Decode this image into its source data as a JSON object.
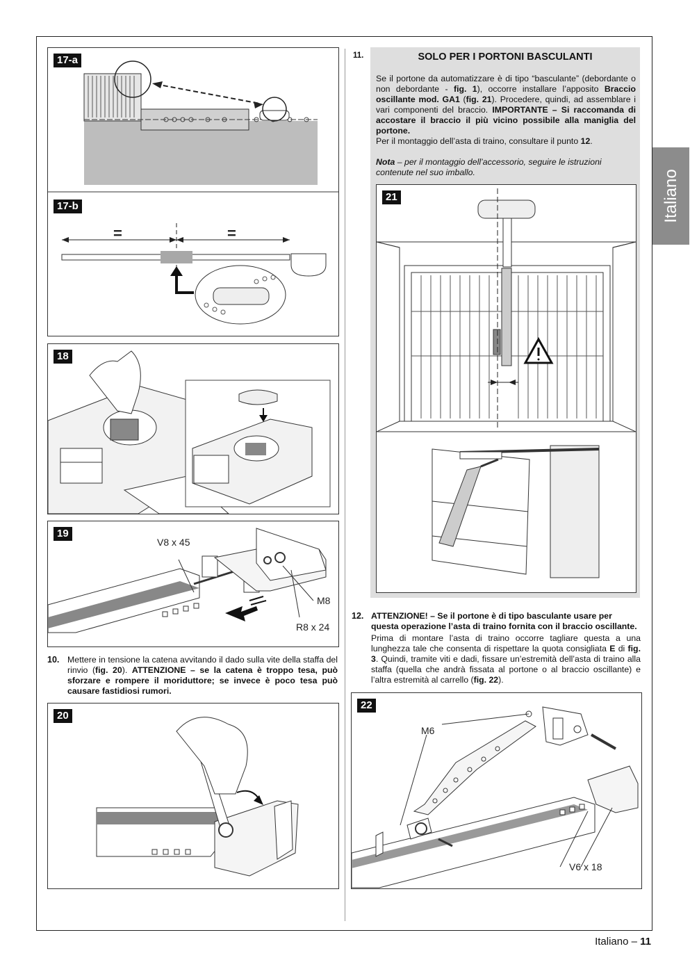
{
  "tab": {
    "language": "Italiano"
  },
  "figures": {
    "f17a": "17-a",
    "f17b": "17-b",
    "f18": "18",
    "f19": "19",
    "f20": "20",
    "f21": "21",
    "f22": "22"
  },
  "fig17b": {
    "eq_left": "=",
    "eq_right": "="
  },
  "fig19": {
    "callout1": "V8 x 45",
    "callout2": "M8",
    "callout3": "R8 x 24"
  },
  "fig22": {
    "callout1": "M6",
    "callout2": "V6 x 18"
  },
  "section10": {
    "number": "10.",
    "text1": "Mettere in tensione la catena avvitando il dado sulla vite della staffa del rinvio (",
    "figref": "fig. 20",
    "text2": "). ",
    "bold": "ATTENZIONE – se la catena è troppo tesa, può sforzare e rompere il moriduttore; se invece è poco tesa può causare fastidiosi rumori."
  },
  "section11": {
    "number": "11.",
    "title": "SOLO PER I PORTONI BASCULANTI",
    "p1_a": "Se il portone da automatizzare è di tipo “basculante” (debordante o non debordante - ",
    "p1_fig1": "fig. 1",
    "p1_b": "), occorre installare l’apposito ",
    "p1_bold1": "Braccio oscillante mod. GA1",
    "p1_c": " (",
    "p1_fig21": "fig. 21",
    "p1_d": "). Procedere, quindi, ad assemblare i vari componenti del braccio. ",
    "p1_bold2": "IMPORTANTE – Si raccomanda di accostare il braccio il più vicino possibile alla maniglia del portone.",
    "p2_a": "Per il montaggio dell’asta di traino, consultare il punto ",
    "p2_bold": "12",
    "p2_b": ".",
    "note_label": "Nota",
    "note_text": " – per il montaggio dell’accessorio, seguire le istruzioni contenute nel suo imballo."
  },
  "section12": {
    "number": "12.",
    "bold": "ATTENZIONE! – Se il portone è di tipo basculante usare per questa operazione l’asta di traino fornita con il braccio oscillante.",
    "p_a": "Prima di montare l’asta di traino occorre tagliare questa a una lunghezza tale che consenta di rispettare la quota consigliata ",
    "p_E": "E",
    "p_b": " di ",
    "p_fig3": "fig. 3",
    "p_c": ". Quindi, tramite viti e dadi, fissare un’estremità dell’asta di traino alla staffa (quella che andrà fissata al portone o al braccio oscillante) e l’altra estremità al carrello (",
    "p_fig22": "fig. 22",
    "p_d": ")."
  },
  "footer": {
    "label": "Italiano – ",
    "page": "11"
  }
}
